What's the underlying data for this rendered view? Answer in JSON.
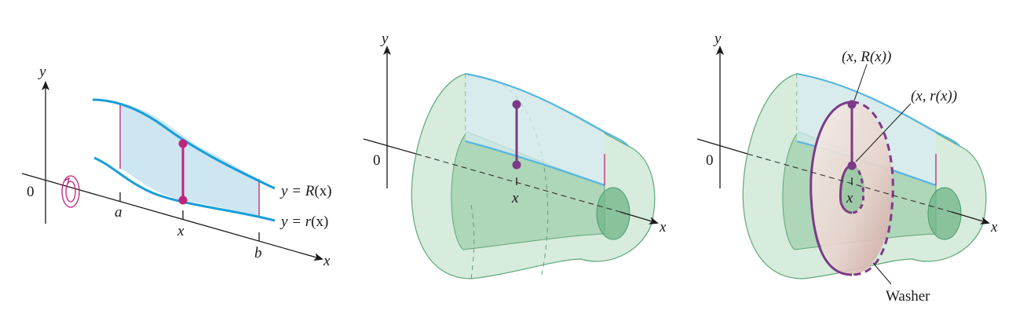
{
  "panel1": {
    "y_axis": "y",
    "x_axis": "x",
    "origin": "0",
    "a_tick": "a",
    "x_tick": "x",
    "b_tick": "b",
    "upper_prefix": "y = ",
    "upper_func": "R",
    "upper_arg": "(x)",
    "lower_prefix": "y = ",
    "lower_func": "r",
    "lower_arg": "(x)"
  },
  "panel2": {
    "y_axis": "y",
    "x_axis": "x",
    "origin": "0",
    "x_tick": "x"
  },
  "panel3": {
    "y_axis": "y",
    "x_axis": "x",
    "origin": "0",
    "x_tick": "x",
    "point_outer": "(x, R(x))",
    "point_inner": "(x, r(x))",
    "washer_label": "Washer"
  },
  "colors": {
    "curve": "#1a9ed8",
    "region": "#cde6f2",
    "segment": "#c0237a",
    "solid": "#bfe0c6",
    "washer": "#7d3a86"
  }
}
